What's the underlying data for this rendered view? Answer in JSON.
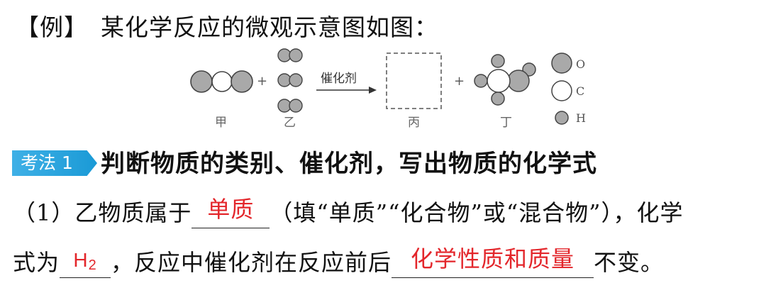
{
  "example": {
    "bracket_label": "【例】",
    "prompt": "某化学反应的微观示意图如图："
  },
  "diagram": {
    "catalyst_label": "催化剂",
    "plus": "+",
    "labels": {
      "jia": "甲",
      "yi": "乙",
      "bing": "丙",
      "ding": "丁"
    },
    "legend": [
      {
        "symbol": "O",
        "fill": "#a9a9a9",
        "size": "large"
      },
      {
        "symbol": "C",
        "fill": "#ffffff",
        "size": "large"
      },
      {
        "symbol": "H",
        "fill": "#a9a9a9",
        "size": "small"
      }
    ],
    "colors": {
      "atom_gray": "#a9a9a9",
      "atom_stroke": "#444444",
      "white": "#ffffff"
    }
  },
  "section": {
    "badge_label": "考法 1",
    "badge_color": "#1a9ad6",
    "heading": "判断物质的类别、催化剂，写出物质的化学式"
  },
  "question1": {
    "prefix": "（1）乙物质属于",
    "answer_category": "单质",
    "middle": "（填“单质”“化合物”或“混合物”），化学",
    "line2_prefix": "式为",
    "answer_formula_base": "H",
    "answer_formula_sub": "2",
    "line2_middle": "，反应中催化剂在反应前后",
    "answer_unchanged": "化学性质和质量",
    "line2_suffix": "不变。",
    "answer_color": "#e3262b"
  }
}
